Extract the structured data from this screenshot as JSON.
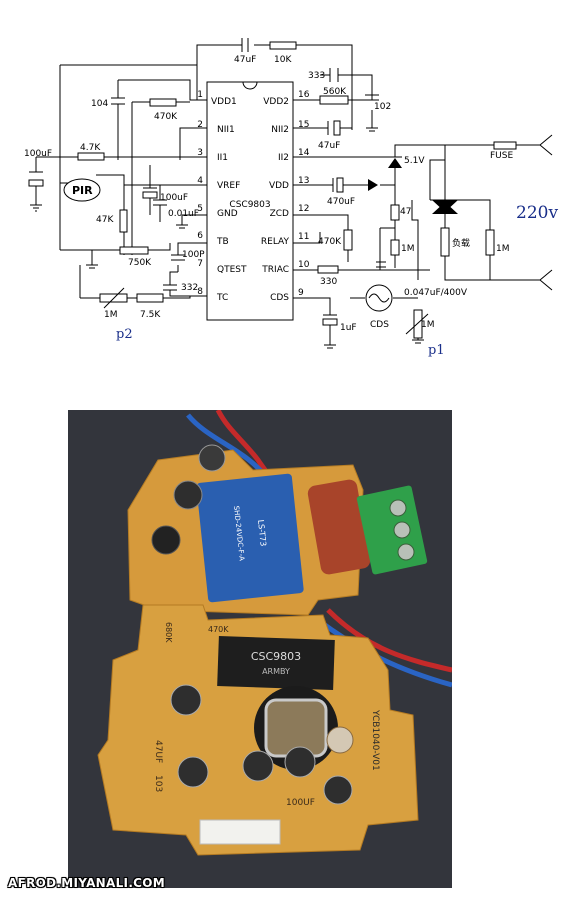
{
  "schematic": {
    "ic": {
      "name": "CSC9803",
      "left_pins": [
        {
          "num": "1",
          "name": "VDD1"
        },
        {
          "num": "2",
          "name": "NII1"
        },
        {
          "num": "3",
          "name": "II1"
        },
        {
          "num": "4",
          "name": "VREF"
        },
        {
          "num": "5",
          "name": "GND"
        },
        {
          "num": "6",
          "name": "TB"
        },
        {
          "num": "7",
          "name": "QTEST"
        },
        {
          "num": "8",
          "name": "TC"
        }
      ],
      "right_pins": [
        {
          "num": "16",
          "name": "VDD2"
        },
        {
          "num": "15",
          "name": "NII2"
        },
        {
          "num": "14",
          "name": "II2"
        },
        {
          "num": "13",
          "name": "VDD"
        },
        {
          "num": "12",
          "name": "ZCD"
        },
        {
          "num": "11",
          "name": "RELAY"
        },
        {
          "num": "10",
          "name": "TRIAC"
        },
        {
          "num": "9",
          "name": "CDS"
        }
      ]
    },
    "components": {
      "c_47uf_top": "47uF",
      "r_10k": "10K",
      "c_104": "104",
      "r_470k_left": "470K",
      "c_100uf_left": "100uF",
      "r_4_7k": "4.7K",
      "pir": "PIR",
      "r_47k": "47K",
      "c_100uf_mid": "100uF",
      "c_0_01uf": "0.01uF",
      "r_750k": "750K",
      "c_100p": "100P",
      "c_332": "332",
      "r_1m_p2": "1M",
      "r_7_5k": "7.5K",
      "p2": "p2",
      "c_333": "333",
      "r_560k": "560K",
      "c_102": "102",
      "c_47uf_right": "47uF",
      "zener": "5.1V",
      "fuse": "FUSE",
      "c_470uf": "470uF",
      "r_47": "47",
      "r_470k_right": "470K",
      "r_1m_mid": "1M",
      "load": "负载",
      "r_1m_right": "1M",
      "voltage": "220v",
      "r_330": "330",
      "c_0_047": "0.047uF/400V",
      "c_1uf": "1uF",
      "cds": "CDS",
      "r_1m_p1": "1M",
      "p1": "p1"
    }
  },
  "photo": {
    "chip_label": "CSC9803",
    "chip_sub": "ARMBY",
    "board_code": "YCB1040-V01",
    "relay_line1": "LS-T73",
    "relay_line2": "SHD-24VDC-F-A",
    "silk_47uf": "47UF",
    "silk_103": "103",
    "silk_100uf": "100UF",
    "silk_470k": "470K",
    "silk_680k": "680K"
  },
  "credit": "AFROD.MIYANALI.COM",
  "colors": {
    "diagram_blue": "#1a2f8a",
    "pcb": "#d69a3c",
    "relay": "#2a5fb0",
    "terminal": "#2fa04a",
    "capacitor_brown": "#a8442a"
  }
}
